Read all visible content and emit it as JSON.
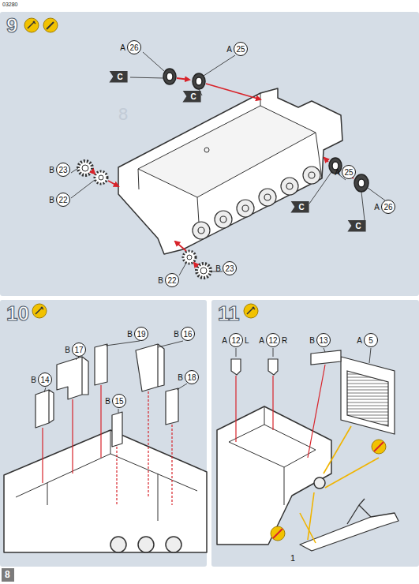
{
  "diagram": {
    "nodes": [
      {
        "text": [
          "9"
        ]
      },
      {
        "text": [
          "A",
          "26"
        ],
        "in": 0
      },
      {
        "text": [
          "A",
          "25"
        ],
        "in": 0
      },
      {
        "text": [
          "C"
        ],
        "in": 0
      },
      {
        "text": [
          "C"
        ],
        "in": 0
      },
      {
        "text": [
          "B",
          "23"
        ],
        "in": 0
      },
      {
        "text": [
          "B",
          "22"
        ],
        "in": 0
      },
      {
        "text": [
          "A",
          "25"
        ],
        "in": 0
      },
      {
        "text": [
          "A",
          "26"
        ],
        "in": 0
      },
      {
        "text": [
          "C"
        ],
        "in": 0
      },
      {
        "text": [
          "C"
        ],
        "in": 0
      },
      {
        "text": [
          "B",
          "22"
        ],
        "in": 0
      },
      {
        "text": [
          "B",
          "23"
        ],
        "in": 0
      },
      {
        "text": [
          "10"
        ]
      },
      {
        "text": [
          "B",
          "19"
        ],
        "in": 13
      },
      {
        "text": [
          "B",
          "16"
        ],
        "in": 13
      },
      {
        "text": [
          "B",
          "17"
        ],
        "in": 13
      },
      {
        "text": [
          "B",
          "18"
        ],
        "in": 13
      },
      {
        "text": [
          "B",
          "14"
        ],
        "in": 13
      },
      {
        "text": [
          "B",
          "15"
        ],
        "in": 13
      },
      {
        "text": [
          "11"
        ]
      },
      {
        "text": [
          "A",
          "12",
          "L"
        ],
        "in": 20
      },
      {
        "text": [
          "A",
          "12",
          "R"
        ],
        "in": 20
      },
      {
        "text": [
          "B",
          "13"
        ],
        "in": 20
      },
      {
        "text": [
          "A",
          "5"
        ],
        "in": 20
      }
    ],
    "labels": [
      "03280",
      "8",
      "1",
      "8"
    ]
  }
}
